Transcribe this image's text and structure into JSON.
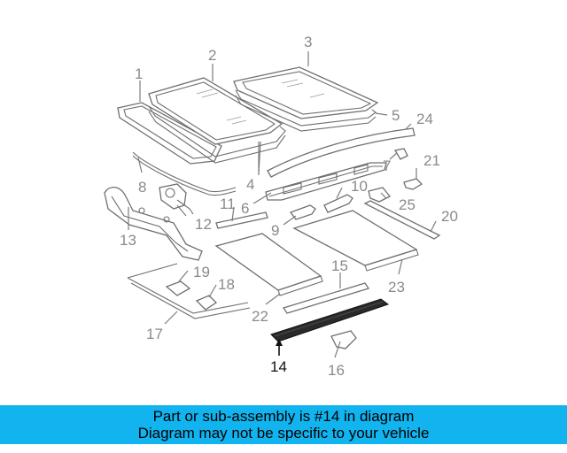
{
  "labels": {
    "p1": "1",
    "p2": "2",
    "p3": "3",
    "p4": "4",
    "p5": "5",
    "p6": "6",
    "p7": "7",
    "p8": "8",
    "p9": "9",
    "p10": "10",
    "p11": "11",
    "p12": "12",
    "p13": "13",
    "p14": "14",
    "p15": "15",
    "p16": "16",
    "p17": "17",
    "p18": "18",
    "p19": "19",
    "p20": "20",
    "p21": "21",
    "p22": "22",
    "p23": "23",
    "p24": "24",
    "p25": "25"
  },
  "caption": {
    "line1": "Part or sub-assembly is #14 in diagram",
    "line2": "Diagram may not be specific to your vehicle"
  },
  "colors": {
    "caption_bg": "#11b4ee",
    "highlight": "#111111",
    "label": "#8a8a8a"
  }
}
